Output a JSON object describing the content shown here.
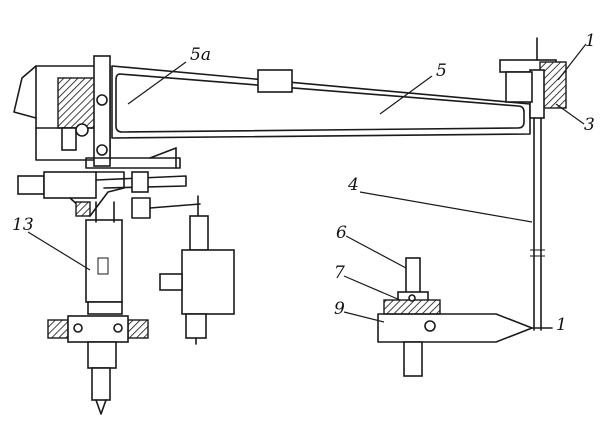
{
  "labels": {
    "l1": "1",
    "l3": "3",
    "l4": "4",
    "l5": "5",
    "l5a": "5a",
    "l6": "6",
    "l7": "7",
    "l9": "9",
    "l13": "13",
    "lend": "1"
  }
}
